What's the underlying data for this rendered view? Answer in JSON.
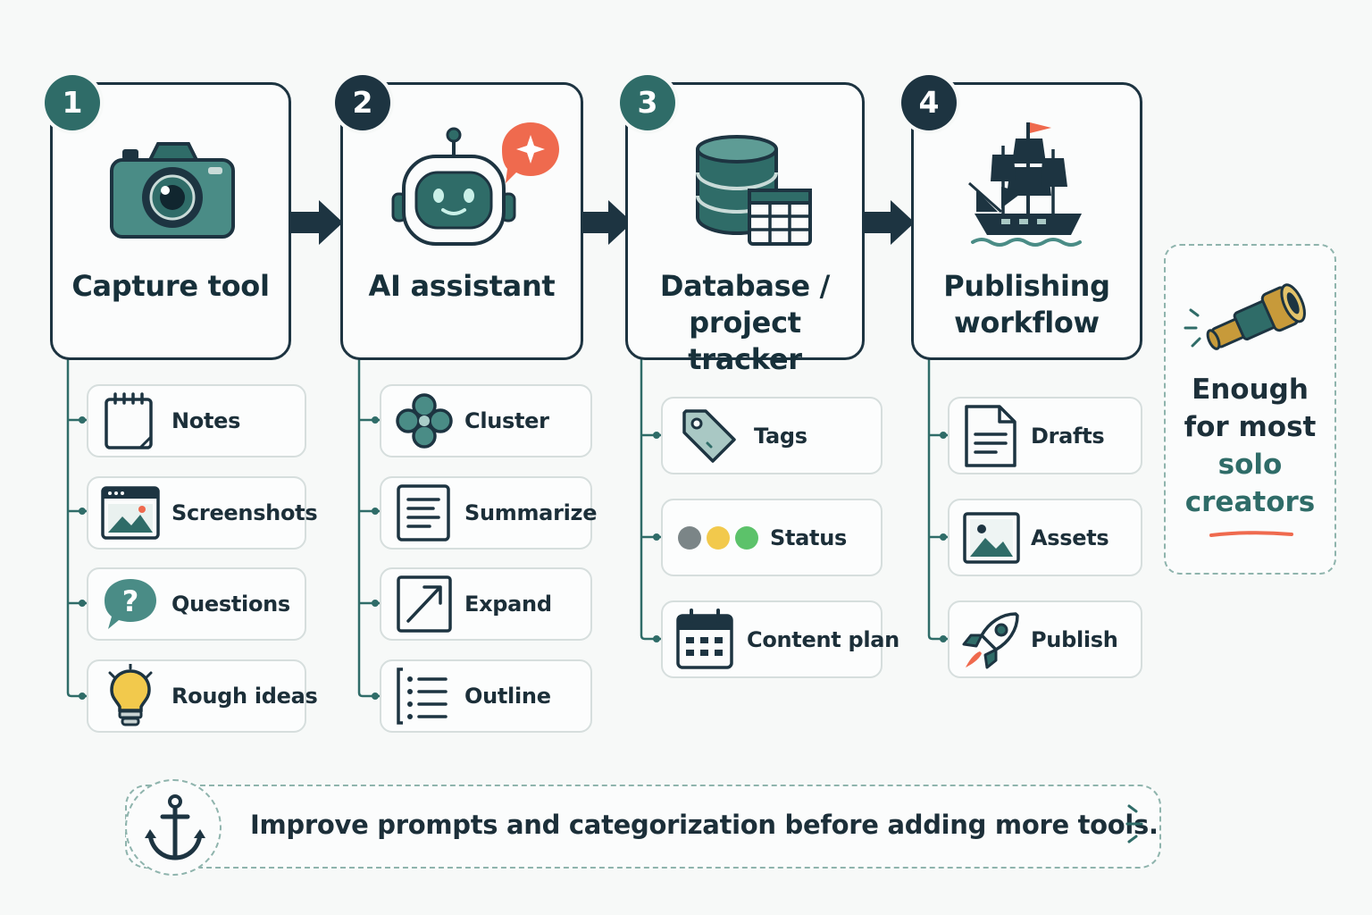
{
  "colors": {
    "dark": "#1d3441",
    "teal": "#2f6c68",
    "teal_light": "#4a8c86",
    "accent": "#ef6a4e",
    "yellow": "#f2c94c",
    "green": "#5cc26a",
    "grey": "#7b8587"
  },
  "steps": [
    {
      "number": "1",
      "title": [
        "Capture tool"
      ],
      "icon": "camera-icon",
      "items": [
        {
          "label": "Notes",
          "icon": "notepad-icon"
        },
        {
          "label": "Screenshots",
          "icon": "screenshot-icon"
        },
        {
          "label": "Questions",
          "icon": "question-bubble-icon"
        },
        {
          "label": "Rough ideas",
          "icon": "lightbulb-icon"
        }
      ]
    },
    {
      "number": "2",
      "title": [
        "AI assistant"
      ],
      "icon": "robot-icon",
      "items": [
        {
          "label": "Cluster",
          "icon": "cluster-icon"
        },
        {
          "label": "Summarize",
          "icon": "summary-document-icon"
        },
        {
          "label": "Expand",
          "icon": "expand-arrow-icon"
        },
        {
          "label": "Outline",
          "icon": "outline-list-icon"
        }
      ]
    },
    {
      "number": "3",
      "title": [
        "Database /",
        "project tracker"
      ],
      "icon": "database-table-icon",
      "items": [
        {
          "label": "Tags",
          "icon": "tag-icon"
        },
        {
          "label": "Status",
          "icon": "status-dots-icon"
        },
        {
          "label": "Content plan",
          "icon": "calendar-icon"
        }
      ]
    },
    {
      "number": "4",
      "title": [
        "Publishing",
        "workflow"
      ],
      "icon": "ship-icon",
      "items": [
        {
          "label": "Drafts",
          "icon": "document-icon"
        },
        {
          "label": "Assets",
          "icon": "image-icon"
        },
        {
          "label": "Publish",
          "icon": "rocket-icon"
        }
      ]
    }
  ],
  "side_note": {
    "icon": "spyglass-icon",
    "line1": "Enough",
    "line2": "for most",
    "line3": "solo",
    "line4": "creators"
  },
  "footer": {
    "icon": "anchor-icon",
    "text": "Improve prompts and categorization before adding more tools."
  }
}
